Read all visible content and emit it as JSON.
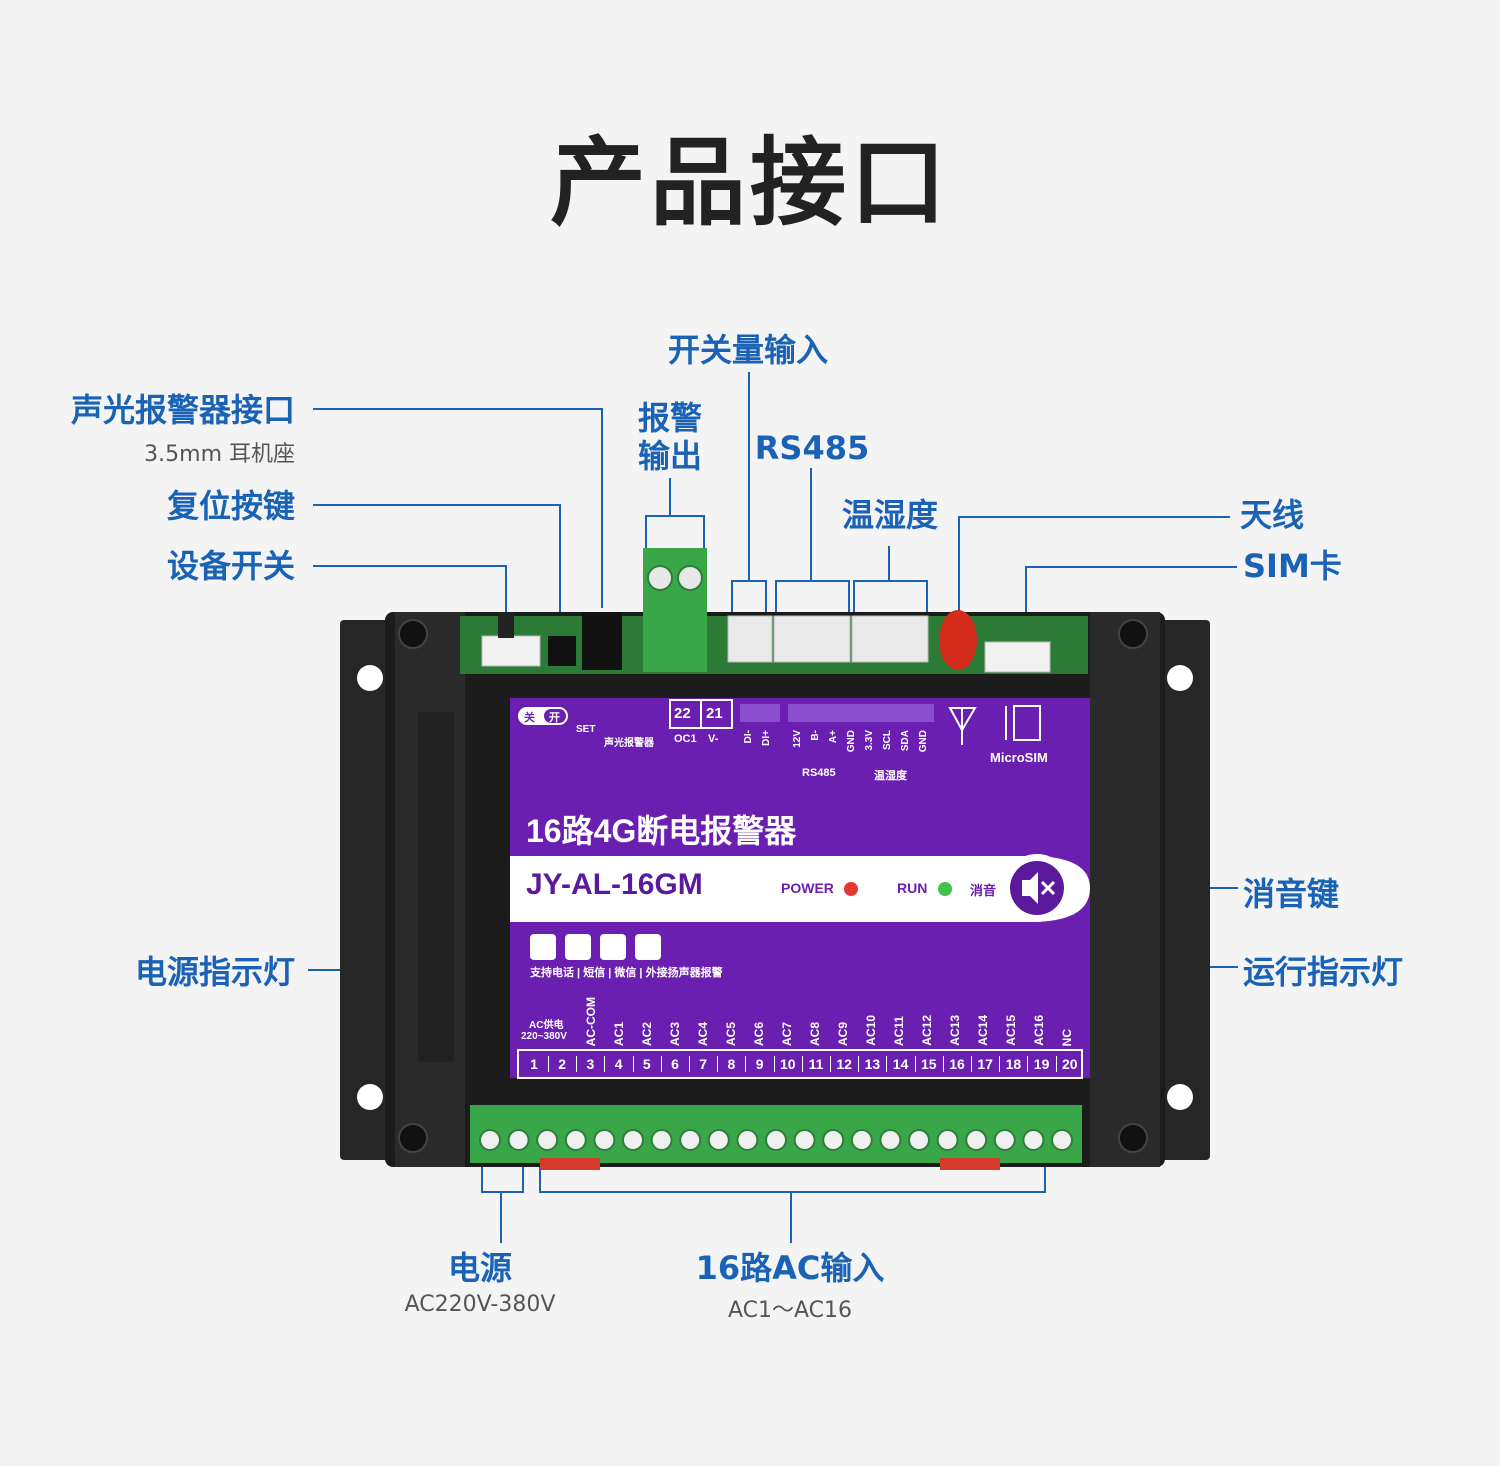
{
  "page_title": "产品接口",
  "callouts": {
    "alarm_interface": {
      "label": "声光报警器接口",
      "sub": "3.5mm 耳机座"
    },
    "reset_button": {
      "label": "复位按键"
    },
    "device_switch": {
      "label": "设备开关"
    },
    "alarm_output": {
      "line1": "报警",
      "line2": "输出"
    },
    "digital_input": {
      "label": "开关量输入"
    },
    "rs485": {
      "label": "RS485"
    },
    "temp_humidity": {
      "label": "温湿度"
    },
    "antenna": {
      "label": "天线"
    },
    "sim_card": {
      "label": "SIM卡"
    },
    "mute_key": {
      "label": "消音键"
    },
    "power_indicator": {
      "label": "电源指示灯"
    },
    "run_indicator": {
      "label": "运行指示灯"
    },
    "power_supply": {
      "label": "电源",
      "sub": "AC220V-380V"
    },
    "ac_inputs": {
      "label": "16路AC输入",
      "sub": "AC1～AC16"
    }
  },
  "device": {
    "switch_off": "关",
    "switch_on": "开",
    "set": "SET",
    "alarm_port": "声光报警器",
    "term22": "22",
    "term21": "21",
    "oc1": "OC1",
    "vminus": "V-",
    "top_pins": [
      "DI-",
      "DI+",
      "12V",
      "B-",
      "A+",
      "GND",
      "3.3V",
      "SCL",
      "SDA",
      "GND"
    ],
    "rs485_group": "RS485",
    "temp_group": "温湿度",
    "microsim": "MicroSIM",
    "product_name": "16路4G断电报警器",
    "model": "JY-AL-16GM",
    "power_led_label": "POWER",
    "run_led_label": "RUN",
    "mute_label": "消音",
    "features": "支持电话 | 短信 | 微信 | 外接扬声器报警",
    "ac_supply_line1": "AC供电",
    "ac_supply_line2": "220~380V",
    "bottom_pin_labels": [
      "AC-COM",
      "AC1",
      "AC2",
      "AC3",
      "AC4",
      "AC5",
      "AC6",
      "AC7",
      "AC8",
      "AC9",
      "AC10",
      "AC11",
      "AC12",
      "AC13",
      "AC14",
      "AC15",
      "AC16",
      "NC"
    ],
    "terminal_numbers": [
      "1",
      "2",
      "3",
      "4",
      "5",
      "6",
      "7",
      "8",
      "9",
      "10",
      "11",
      "12",
      "13",
      "14",
      "15",
      "16",
      "17",
      "18",
      "19",
      "20"
    ]
  },
  "colors": {
    "accent_blue": "#1a62b6",
    "panel_purple": "#6b1fb1",
    "terminal_green": "#3aa84a",
    "power_led": "#e53935",
    "run_led": "#43c24a"
  }
}
